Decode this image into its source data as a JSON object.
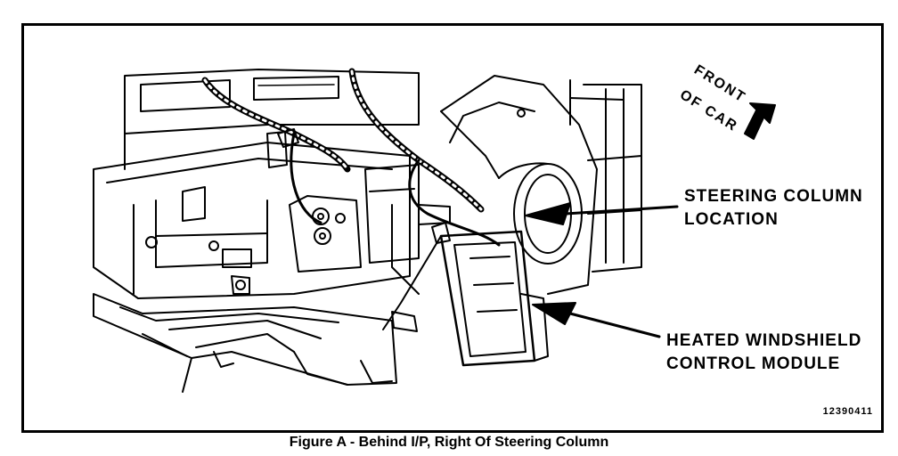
{
  "labels": {
    "steering_line1": "STEERING COLUMN",
    "steering_line2": "LOCATION",
    "module_line1": "HEATED WINDSHIELD",
    "module_line2": "CONTROL MODULE"
  },
  "orientation": {
    "front_line1": "FRONT",
    "front_line2": "OF CAR"
  },
  "part_number": "12390411",
  "caption": "Figure A - Behind I/P, Right Of Steering Column",
  "colors": {
    "ink": "#000000",
    "paper": "#ffffff"
  }
}
